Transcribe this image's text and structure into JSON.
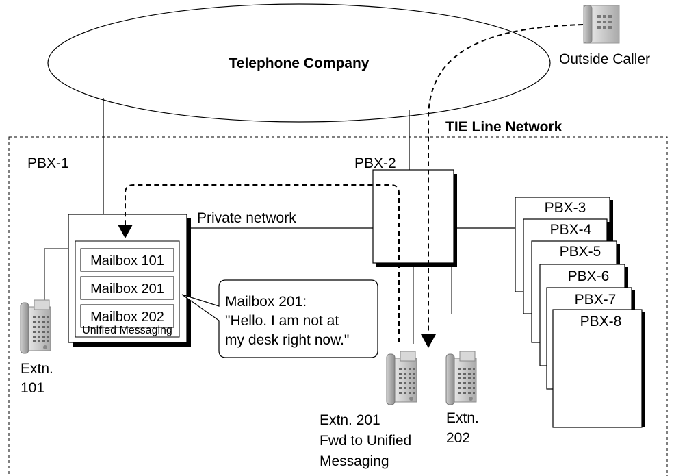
{
  "cloud": {
    "label": "Telephone Company"
  },
  "outside_caller": {
    "label": "Outside Caller"
  },
  "network": {
    "label": "TIE Line Network"
  },
  "pbx1": {
    "label": "PBX-1",
    "box_caption": "Unified Messaging"
  },
  "pbx2": {
    "label": "PBX-2"
  },
  "private_network": {
    "label": "Private network"
  },
  "mailboxes": [
    "Mailbox 101",
    "Mailbox 201",
    "Mailbox 202"
  ],
  "callout": {
    "line1": "Mailbox 201:",
    "line2": "\"Hello. I am not at",
    "line3": "my desk right now.\""
  },
  "extn101": {
    "line1": "Extn.",
    "line2": "101"
  },
  "extn201": {
    "line1": "Extn. 201",
    "line2": "Fwd to Unified",
    "line3": "Messaging"
  },
  "extn202": {
    "line1": "Extn.",
    "line2": "202"
  },
  "pbx_stack": [
    "PBX-3",
    "PBX-4",
    "PBX-5",
    "PBX-6",
    "PBX-7",
    "PBX-8"
  ]
}
